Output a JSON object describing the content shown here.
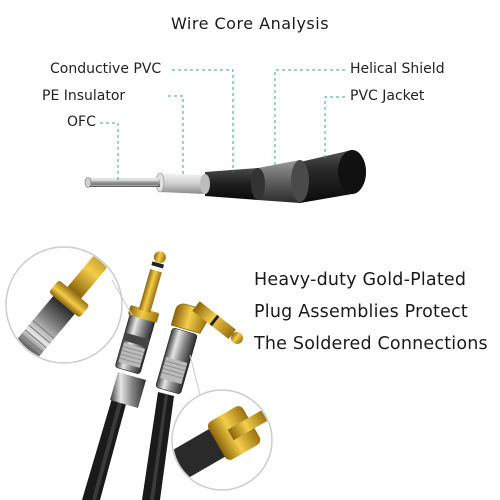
{
  "title": "Wire Core Analysis",
  "labels": {
    "conductive_pvc": "Conductive PVC",
    "pe_insulator": "PE Insulator",
    "ofc": "OFC",
    "helical_shield": "Helical Shield",
    "pvc_jacket": "PVC Jacket"
  },
  "tagline": {
    "line1": "Heavy-duty Gold-Plated",
    "line2": "Plug Assemblies Protect",
    "line3": "The Soldered Connections"
  },
  "colors": {
    "leader": "#3aa87a",
    "gold": "#d4a017",
    "jacket": "#1c1c1c"
  }
}
